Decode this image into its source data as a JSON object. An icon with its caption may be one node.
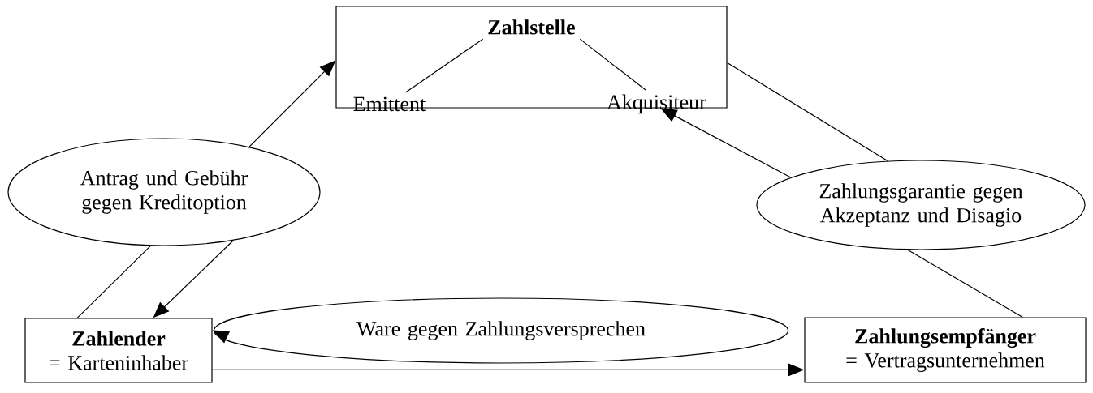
{
  "diagram": {
    "nodes": [
      {
        "text": [],
        "shape": "box"
      },
      {
        "text": [
          "Zahlstelle"
        ],
        "in": 0
      },
      {
        "text": [
          "Emittent"
        ],
        "in": 0
      },
      {
        "text": [
          "Akquisiteur"
        ],
        "in": 0
      },
      {
        "text": [
          "Zahlender",
          "= Karteninhaber"
        ]
      },
      {
        "text": [
          "Zahlungsempfänger",
          "= Vertragsunternehmen"
        ]
      },
      {
        "text": [
          "Antrag und Gebühr gegen Kreditoption"
        ]
      },
      {
        "text": [
          "Zahlungsgarantie gegen Akzeptanz und Disagio"
        ]
      },
      {
        "text": [
          "Ware gegen Zahlungsversprechen"
        ]
      }
    ],
    "edges": [
      {
        "from": 1,
        "to": 2,
        "arrow": "none"
      },
      {
        "from": 1,
        "to": 3,
        "arrow": "none"
      },
      {
        "from": 4,
        "to": 6,
        "arrow": "none"
      },
      {
        "from": 6,
        "to": 0,
        "arrow": "to"
      },
      {
        "from": 6,
        "to": 4,
        "arrow": "to"
      },
      {
        "from": 0,
        "to": 7,
        "arrow": "none"
      },
      {
        "from": 7,
        "to": 5,
        "arrow": "none"
      },
      {
        "from": 7,
        "to": 0,
        "arrow": "to"
      },
      {
        "from": 8,
        "to": 4,
        "arrow": "to"
      },
      {
        "from": 4,
        "to": 5,
        "arrow": "to"
      }
    ]
  }
}
